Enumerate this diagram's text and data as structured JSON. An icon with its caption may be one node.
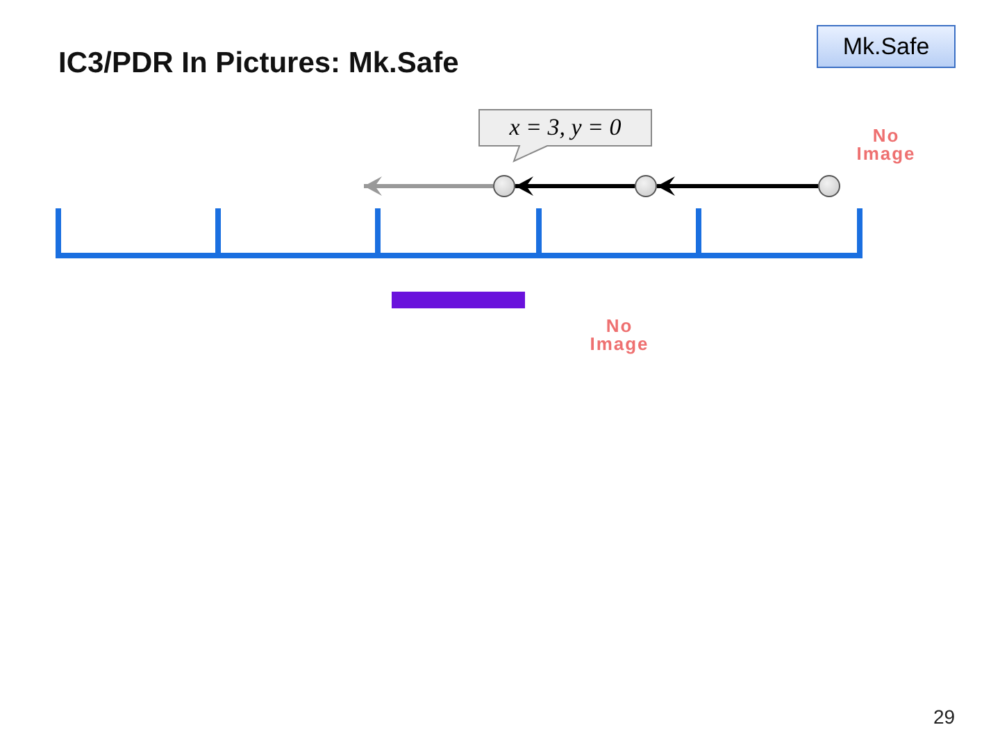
{
  "diagram": {
    "title": "IC3/PDR In Pictures: Mk.Safe",
    "nodes": [
      {
        "text": [
          "Mk.Safe"
        ]
      },
      {
        "text": [
          "x = 3, y = 0"
        ]
      },
      {
        "text": [],
        "shape": "circle"
      },
      {
        "text": [],
        "shape": "circle"
      },
      {
        "text": [],
        "shape": "circle"
      }
    ],
    "edges": [
      {
        "from": 4,
        "to": 3,
        "arrow": "to"
      },
      {
        "from": 3,
        "to": 2,
        "arrow": "to"
      },
      {
        "from": 2,
        "to": null,
        "arrow": "to",
        "color": "#999999"
      }
    ],
    "labels": [
      "No Image",
      "No Image",
      "29"
    ]
  }
}
